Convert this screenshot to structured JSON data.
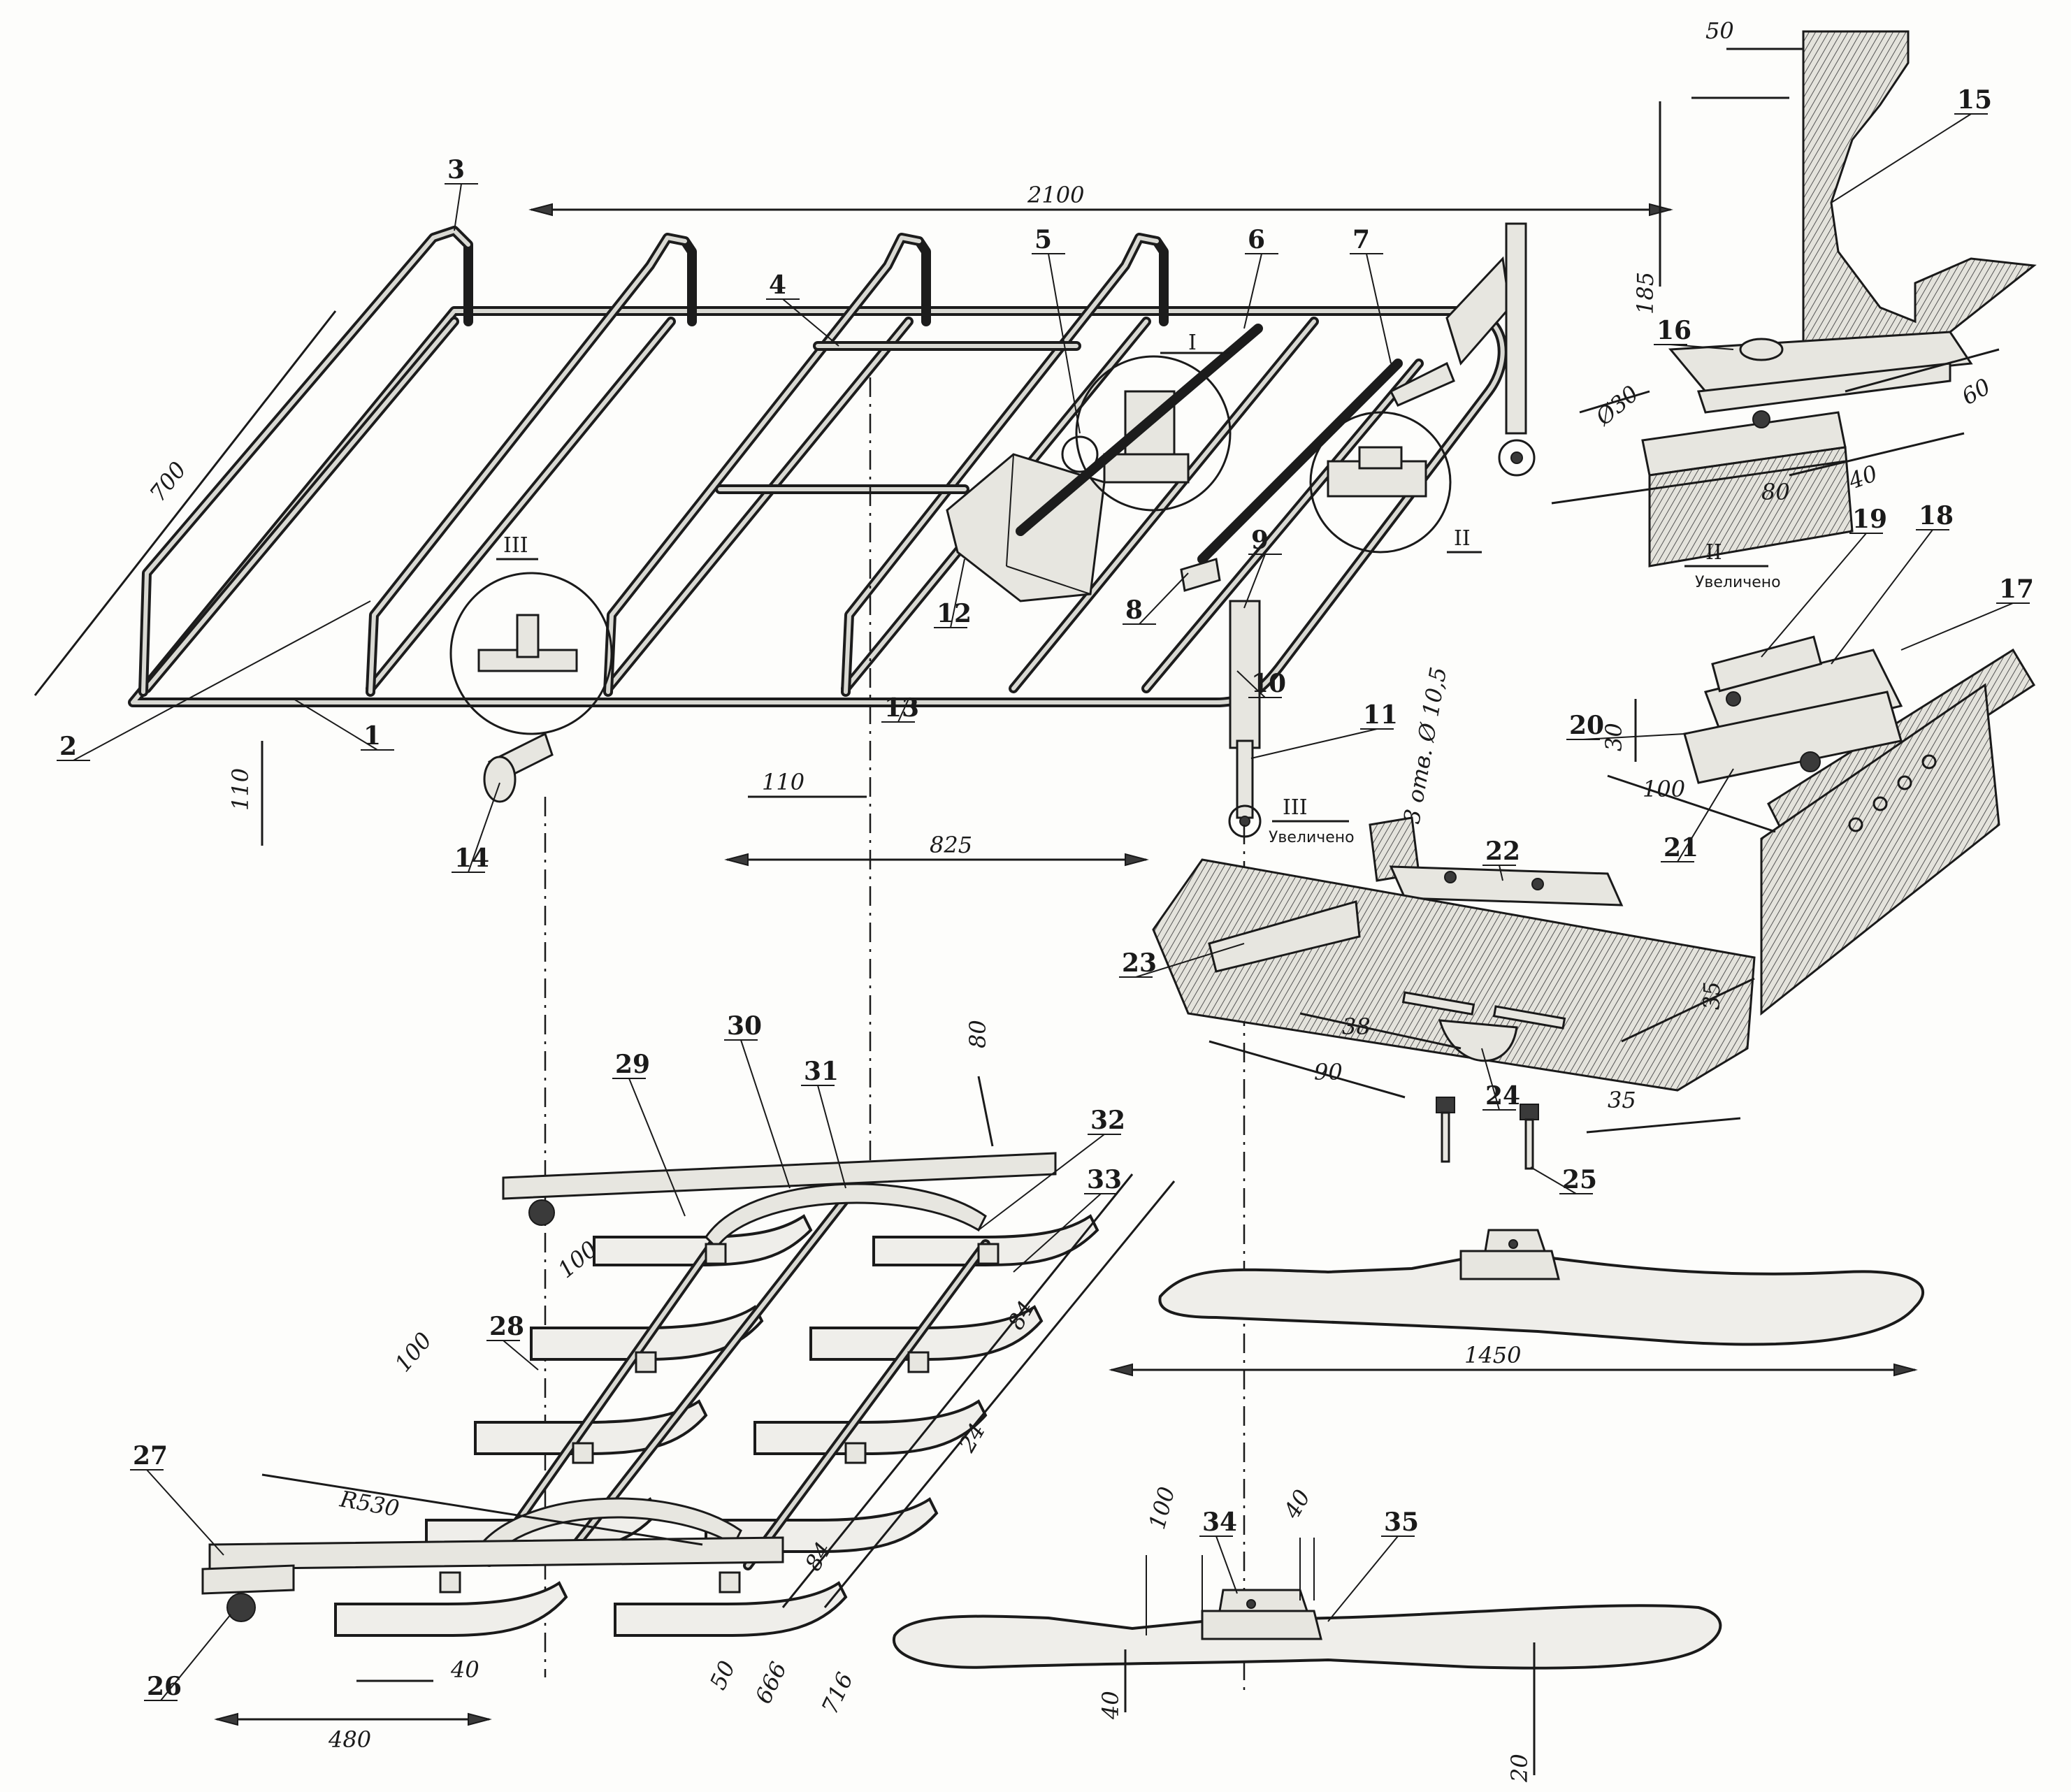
{
  "callouts": [
    "1",
    "2",
    "3",
    "4",
    "5",
    "6",
    "7",
    "8",
    "9",
    "10",
    "11",
    "12",
    "13",
    "14",
    "15",
    "16",
    "17",
    "18",
    "19",
    "20",
    "21",
    "22",
    "23",
    "24",
    "25",
    "26",
    "27",
    "28",
    "29",
    "30",
    "31",
    "32",
    "33",
    "34",
    "35"
  ],
  "dimensions": {
    "d2100": "2100",
    "d700": "700",
    "d110a": "110",
    "d110b": "110",
    "d825": "825",
    "d185": "185",
    "d50": "50",
    "d30dia": "Ø30",
    "d60": "60",
    "d40": "40",
    "d80": "80",
    "d30": "30",
    "d100a": "100",
    "d35a": "35",
    "d35b": "35",
    "d38": "38",
    "d90": "90",
    "d80b": "80",
    "d100b": "100",
    "d100c": "100",
    "d84a": "84",
    "d24": "24",
    "d84b": "84",
    "d50b": "50",
    "d666": "666",
    "d716": "716",
    "dR530": "R530",
    "d40b": "40",
    "d480": "480",
    "d1450": "1450",
    "d100d": "100",
    "d40c": "40",
    "d40d": "40",
    "d20": "20"
  },
  "notes": {
    "holes": "3 отв. Ø 10,5",
    "view2_num": "II",
    "view2_caption": "Увеличено",
    "view3_num": "III",
    "view3_caption": "Увеличено",
    "mark_I": "I",
    "mark_II": "II",
    "mark_III": "III"
  }
}
